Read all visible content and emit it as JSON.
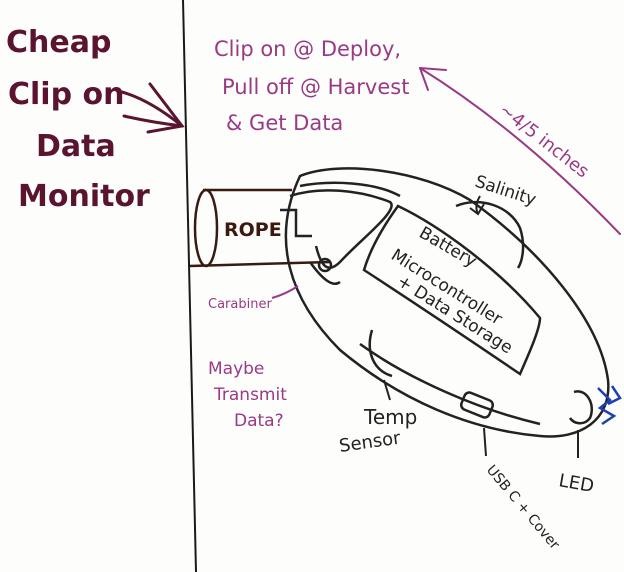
{
  "left_title": [
    "Cheap",
    "Clip on",
    "Data",
    "Monitor"
  ],
  "purpose_note": [
    "Clip on @ Deploy,",
    "Pull off @ Harvest",
    "& Get Data"
  ],
  "size_note": "~4/5 inches",
  "labels": {
    "rope": "ROPE",
    "carabiner": "Carabiner",
    "salinity": "Salinity",
    "battery": "Battery",
    "microcontroller": [
      "Microcontroller",
      "+ Data Storage"
    ],
    "transmit": [
      "Maybe",
      "Transmit",
      "Data?"
    ],
    "temp": [
      "Temp",
      "Sensor"
    ],
    "usb": "USB C + Cover",
    "led": "LED"
  },
  "colors": {
    "maroon": "#5a1430",
    "magenta": "#9a3a84",
    "ink": "#222222",
    "blue": "#1f3fb0"
  }
}
